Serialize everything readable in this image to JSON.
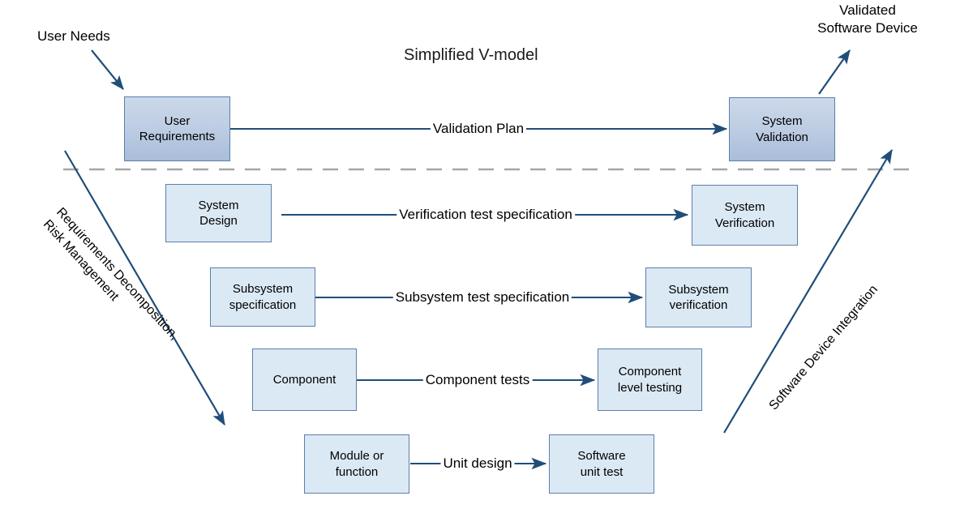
{
  "diagram": {
    "title": "Simplified V-model",
    "input_label": "User Needs",
    "output_label": "Validated\nSoftware Device",
    "left_leg_label": "Requirements Decomposition,\nRisk Management",
    "right_leg_label": "Software Device Integration"
  },
  "levels": [
    {
      "id": "validation",
      "left_box": "User\nRequirements",
      "connector_label": "Validation Plan",
      "right_box": "System\nValidation",
      "style": "level-top"
    },
    {
      "id": "system",
      "left_box": "System\nDesign",
      "connector_label": "Verification test specification",
      "right_box": "System\nVerification",
      "style": "level-low"
    },
    {
      "id": "subsystem",
      "left_box": "Subsystem\nspecification",
      "connector_label": "Subsystem test specification",
      "right_box": "Subsystem\nverification",
      "style": "level-low"
    },
    {
      "id": "component",
      "left_box": "Component",
      "connector_label": "Component tests",
      "right_box": "Component\nlevel testing",
      "style": "level-low"
    },
    {
      "id": "unit",
      "left_box": "Module or\nfunction",
      "connector_label": "Unit design",
      "right_box": "Software\nunit test",
      "style": "level-low"
    }
  ],
  "colors": {
    "box_border": "#5c7fab",
    "box_fill_top": "#bfcee4",
    "box_fill_low": "#dbe9f4",
    "connector": "#1f4e79",
    "divider": "#a6a6a6",
    "background": "#ffffff"
  },
  "divider": {
    "name": "design-validation-divider",
    "style": "dashed"
  }
}
